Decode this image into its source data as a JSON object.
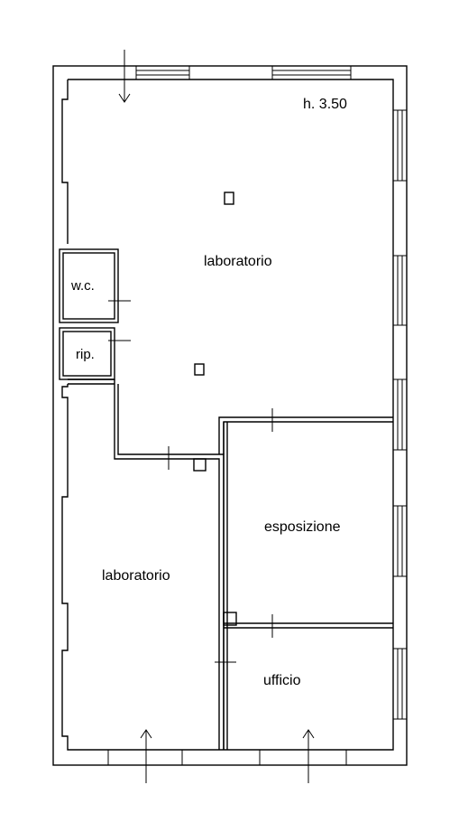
{
  "floorplan": {
    "height_note": "h. 3.50",
    "rooms": [
      {
        "id": "lab-top",
        "label": "laboratorio"
      },
      {
        "id": "wc",
        "label": "w.c."
      },
      {
        "id": "rip",
        "label": "rip."
      },
      {
        "id": "lab-bottom",
        "label": "laboratorio"
      },
      {
        "id": "esposizione",
        "label": "esposizione"
      },
      {
        "id": "ufficio",
        "label": "ufficio"
      }
    ]
  }
}
